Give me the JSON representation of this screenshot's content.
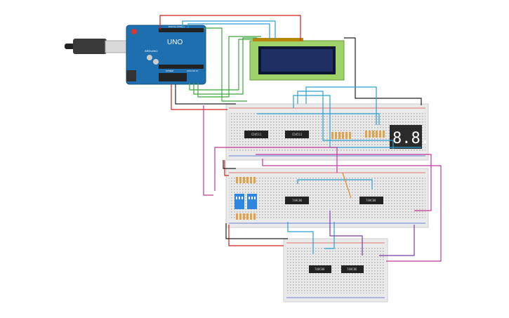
{
  "arduino": {
    "model_text": "UNO",
    "brand_text": "ARDUINO",
    "header_text": "DIGITAL (PWM~)",
    "power_text": "POWER",
    "analog_text": "ANALOG IN"
  },
  "chips": {
    "board1_left": "CD4511",
    "board1_right": "CD4511",
    "board2_left": "74HC86",
    "board2_right": "74HC08",
    "board3_left": "74HC08",
    "board3_right": "74HC86"
  },
  "seven_segment": {
    "digits": "8.8."
  },
  "colors": {
    "arduino": "#1d6fb0",
    "lcd_body": "#9fd36a",
    "lcd_screen": "#1f2f63",
    "breadboard": "#eaeaea",
    "wire_red": "#d42020",
    "wire_black": "#222222",
    "wire_green": "#3aa63a",
    "wire_blue": "#2a9fd0",
    "wire_magenta": "#c0389a",
    "wire_purple": "#7a3aa6",
    "dip_switch": "#2e86de",
    "resistor": "#e2a24a"
  }
}
